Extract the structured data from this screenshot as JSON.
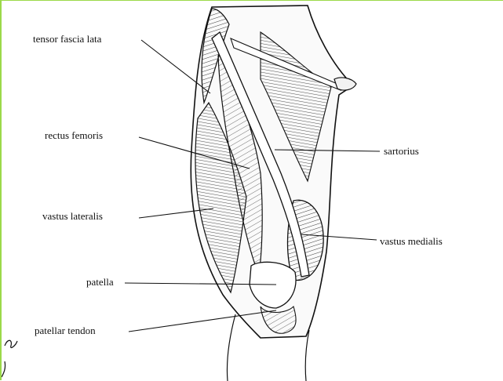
{
  "labels": {
    "tensor_fascia_lata": "tensor fascia lata",
    "rectus_femoris": "rectus femoris",
    "vastus_lateralis": "vastus lateralis",
    "patella": "patella",
    "patellar_tendon": "patellar tendon",
    "sartorius": "sartorius",
    "vastus_medialis": "vastus medialis"
  },
  "colors": {
    "ink": "#111111",
    "slide_border": "#9bd94a"
  }
}
